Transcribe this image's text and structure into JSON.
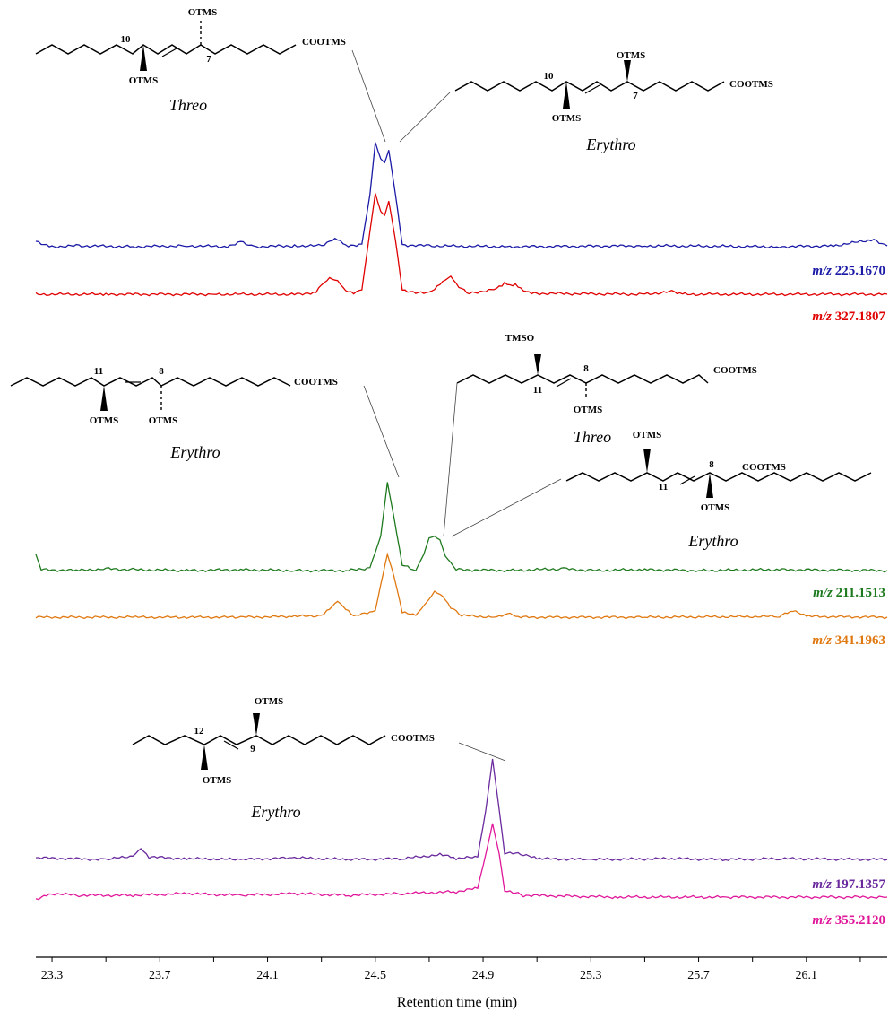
{
  "chart_data": {
    "type": "line",
    "xlabel": "Retention time (min)",
    "ylabel": "",
    "title": "",
    "xlim": [
      23.24,
      26.4
    ],
    "x_ticks": [
      23.3,
      23.7,
      24.1,
      24.5,
      24.9,
      25.3,
      25.7,
      26.1
    ],
    "x_tick_labels": [
      "23.3",
      "23.7",
      "24.1",
      "24.5",
      "24.9",
      "25.3",
      "25.7",
      "26.1"
    ],
    "grid": false,
    "legend": "right, beneath each trace",
    "series": [
      {
        "prefix": "m/z",
        "mass": "225.1670",
        "color": "#1a1aa6",
        "points": [
          [
            23.24,
            8
          ],
          [
            23.3,
            2
          ],
          [
            23.4,
            3
          ],
          [
            23.6,
            2
          ],
          [
            23.8,
            3
          ],
          [
            23.95,
            2
          ],
          [
            24.0,
            8
          ],
          [
            24.05,
            2
          ],
          [
            24.2,
            3
          ],
          [
            24.3,
            3
          ],
          [
            24.35,
            12
          ],
          [
            24.4,
            3
          ],
          [
            24.45,
            5
          ],
          [
            24.48,
            60
          ],
          [
            24.5,
            118
          ],
          [
            24.52,
            100
          ],
          [
            24.535,
            96
          ],
          [
            24.55,
            110
          ],
          [
            24.575,
            60
          ],
          [
            24.6,
            4
          ],
          [
            24.7,
            3
          ],
          [
            25.0,
            2
          ],
          [
            25.5,
            3
          ],
          [
            26.0,
            2
          ],
          [
            26.2,
            3
          ],
          [
            26.35,
            10
          ],
          [
            26.4,
            3
          ]
        ]
      },
      {
        "prefix": "m/z",
        "mass": "327.1807",
        "color": "#e00000",
        "points": [
          [
            23.24,
            0
          ],
          [
            23.5,
            0
          ],
          [
            23.9,
            0
          ],
          [
            24.2,
            0
          ],
          [
            24.28,
            2
          ],
          [
            24.3,
            10
          ],
          [
            24.33,
            18
          ],
          [
            24.36,
            15
          ],
          [
            24.39,
            4
          ],
          [
            24.42,
            1
          ],
          [
            24.45,
            5
          ],
          [
            24.48,
            70
          ],
          [
            24.5,
            112
          ],
          [
            24.52,
            92
          ],
          [
            24.535,
            88
          ],
          [
            24.55,
            104
          ],
          [
            24.575,
            60
          ],
          [
            24.6,
            4
          ],
          [
            24.7,
            1
          ],
          [
            24.75,
            14
          ],
          [
            24.78,
            20
          ],
          [
            24.81,
            8
          ],
          [
            24.85,
            1
          ],
          [
            24.95,
            6
          ],
          [
            24.98,
            12
          ],
          [
            25.0,
            9
          ],
          [
            25.02,
            11
          ],
          [
            25.05,
            4
          ],
          [
            25.08,
            1
          ],
          [
            25.5,
            0
          ],
          [
            25.6,
            3
          ],
          [
            25.65,
            0
          ],
          [
            26.4,
            0
          ]
        ]
      },
      {
        "prefix": "m/z",
        "mass": "211.1513",
        "color": "#1e7a1e",
        "points": [
          [
            23.24,
            20
          ],
          [
            23.26,
            3
          ],
          [
            23.4,
            2
          ],
          [
            23.5,
            4
          ],
          [
            23.6,
            3
          ],
          [
            23.8,
            2
          ],
          [
            24.0,
            3
          ],
          [
            24.2,
            2
          ],
          [
            24.4,
            2
          ],
          [
            24.48,
            5
          ],
          [
            24.52,
            40
          ],
          [
            24.545,
            100
          ],
          [
            24.57,
            60
          ],
          [
            24.6,
            8
          ],
          [
            24.65,
            2
          ],
          [
            24.68,
            20
          ],
          [
            24.7,
            38
          ],
          [
            24.72,
            40
          ],
          [
            24.74,
            36
          ],
          [
            24.76,
            18
          ],
          [
            24.8,
            3
          ],
          [
            25.0,
            2
          ],
          [
            25.2,
            4
          ],
          [
            25.3,
            2
          ],
          [
            25.5,
            3
          ],
          [
            25.7,
            2
          ],
          [
            26.0,
            3
          ],
          [
            26.4,
            2
          ]
        ]
      },
      {
        "prefix": "m/z",
        "mass": "341.1963",
        "color": "#e07810",
        "points": [
          [
            23.24,
            0
          ],
          [
            23.6,
            0
          ],
          [
            24.0,
            0
          ],
          [
            24.2,
            1
          ],
          [
            24.3,
            2
          ],
          [
            24.33,
            10
          ],
          [
            24.36,
            20
          ],
          [
            24.39,
            10
          ],
          [
            24.42,
            1
          ],
          [
            24.5,
            8
          ],
          [
            24.52,
            40
          ],
          [
            24.545,
            78
          ],
          [
            24.57,
            50
          ],
          [
            24.6,
            6
          ],
          [
            24.65,
            2
          ],
          [
            24.7,
            22
          ],
          [
            24.72,
            32
          ],
          [
            24.75,
            26
          ],
          [
            24.78,
            12
          ],
          [
            24.82,
            2
          ],
          [
            24.95,
            0
          ],
          [
            25.0,
            4
          ],
          [
            25.03,
            0
          ],
          [
            25.5,
            0
          ],
          [
            26.0,
            1
          ],
          [
            26.05,
            8
          ],
          [
            26.1,
            1
          ],
          [
            26.4,
            0
          ]
        ]
      },
      {
        "prefix": "m/z",
        "mass": "197.1357",
        "color": "#6a2a9e",
        "points": [
          [
            23.24,
            4
          ],
          [
            23.5,
            2
          ],
          [
            23.6,
            6
          ],
          [
            23.63,
            15
          ],
          [
            23.66,
            5
          ],
          [
            23.8,
            3
          ],
          [
            24.0,
            2
          ],
          [
            24.2,
            4
          ],
          [
            24.4,
            2
          ],
          [
            24.6,
            3
          ],
          [
            24.75,
            8
          ],
          [
            24.8,
            3
          ],
          [
            24.88,
            5
          ],
          [
            24.91,
            60
          ],
          [
            24.935,
            120
          ],
          [
            24.96,
            60
          ],
          [
            24.98,
            10
          ],
          [
            25.05,
            8
          ],
          [
            25.1,
            3
          ],
          [
            25.3,
            2
          ],
          [
            25.6,
            3
          ],
          [
            25.8,
            2
          ],
          [
            26.0,
            3
          ],
          [
            26.4,
            2
          ]
        ]
      },
      {
        "prefix": "m/z",
        "mass": "355.2120",
        "color": "#e0179a",
        "points": [
          [
            23.24,
            0
          ],
          [
            23.3,
            6
          ],
          [
            23.4,
            4
          ],
          [
            23.6,
            4
          ],
          [
            23.8,
            6
          ],
          [
            24.0,
            4
          ],
          [
            24.2,
            6
          ],
          [
            24.4,
            4
          ],
          [
            24.6,
            6
          ],
          [
            24.8,
            8
          ],
          [
            24.88,
            12
          ],
          [
            24.91,
            50
          ],
          [
            24.935,
            84
          ],
          [
            24.96,
            50
          ],
          [
            24.98,
            10
          ],
          [
            25.05,
            4
          ],
          [
            25.4,
            2
          ],
          [
            25.8,
            2
          ],
          [
            26.4,
            2
          ]
        ]
      }
    ],
    "annotations": [
      {
        "isomer": "Threo",
        "atoms": [
          "10",
          "7",
          "OTMS",
          "OTMS",
          "COOTMS"
        ]
      },
      {
        "isomer": "Erythro",
        "atoms": [
          "10",
          "7",
          "OTMS",
          "OTMS",
          "COOTMS"
        ]
      },
      {
        "isomer": "Erythro",
        "atoms": [
          "11",
          "8",
          "OTMS",
          "OTMS",
          "COOTMS"
        ]
      },
      {
        "isomer": "Threo",
        "atoms": [
          "TMSO",
          "11",
          "8",
          "OTMS",
          "COOTMS"
        ]
      },
      {
        "isomer": "Erythro",
        "atoms": [
          "OTMS",
          "11",
          "8",
          "OTMS",
          "COOTMS"
        ]
      },
      {
        "isomer": "Erythro",
        "atoms": [
          "OTMS",
          "12",
          "9",
          "OTMS",
          "COOTMS"
        ]
      }
    ]
  }
}
